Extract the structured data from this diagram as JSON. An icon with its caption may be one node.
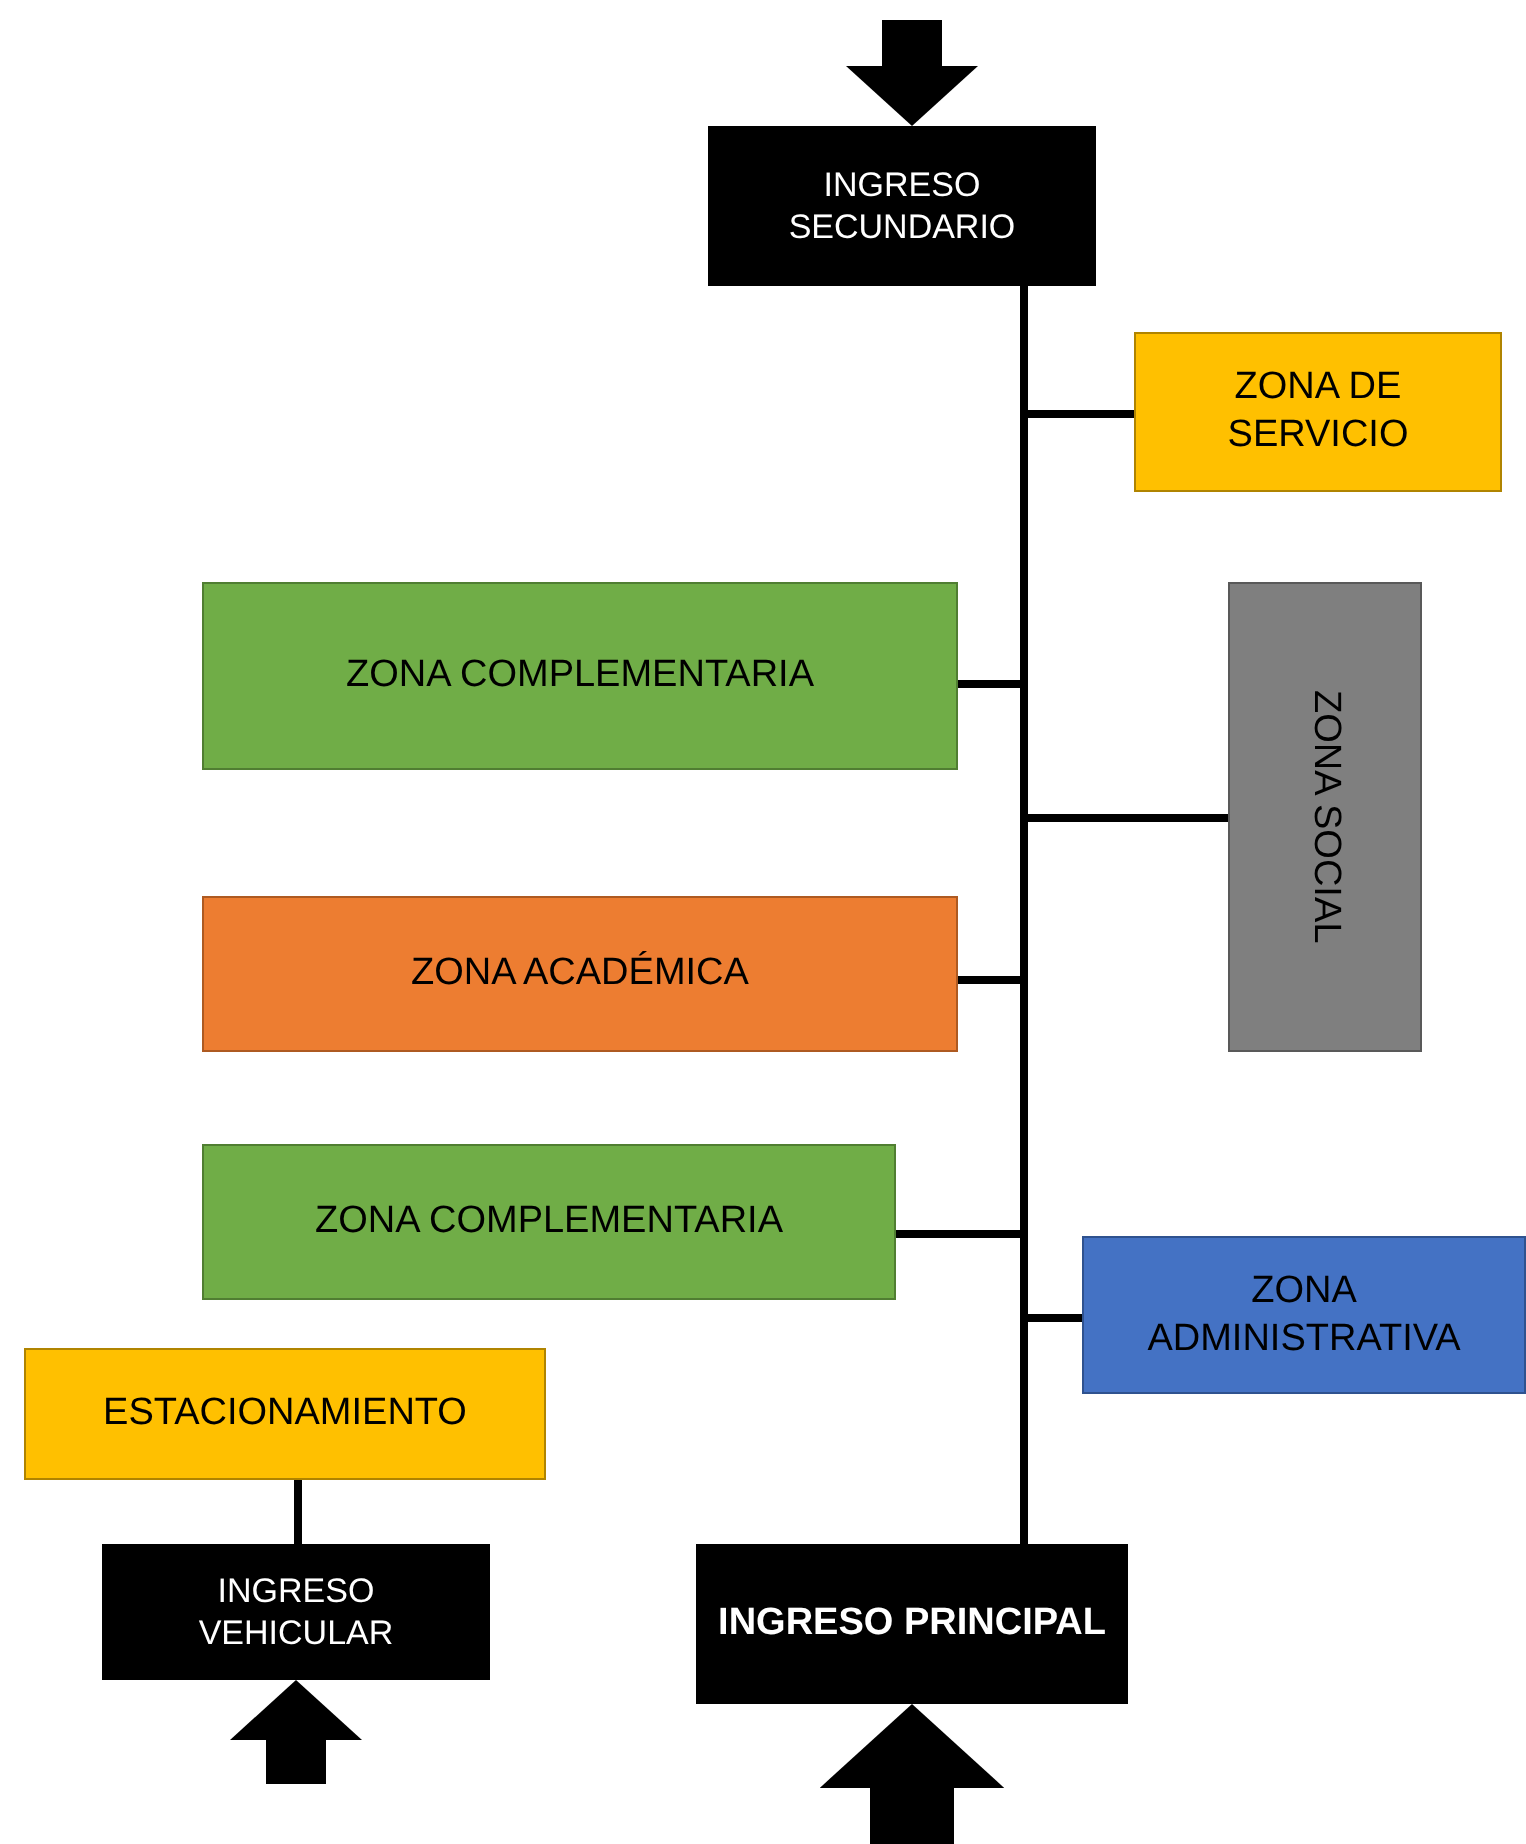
{
  "diagram": {
    "nodes": [
      {
        "text": [
          "INGRESO SECUNDARIO"
        ]
      },
      {
        "text": [
          "ZONA DE SERVICIO"
        ]
      },
      {
        "text": [
          "ZONA COMPLEMENTARIA"
        ]
      },
      {
        "text": [
          "ZONA SOCIAL"
        ]
      },
      {
        "text": [
          "ZONA ACADÉMICA"
        ]
      },
      {
        "text": [
          "ZONA COMPLEMENTARIA"
        ]
      },
      {
        "text": [
          "ZONA ADMINISTRATIVA"
        ]
      },
      {
        "text": [
          "ESTACIONAMIENTO"
        ]
      },
      {
        "text": [
          "INGRESO VEHICULAR"
        ]
      },
      {
        "text": [
          "INGRESO PRINCIPAL"
        ]
      }
    ],
    "edges": [
      {
        "from": null,
        "to": 0,
        "arrow": "to",
        "style": "thick"
      },
      {
        "from": 0,
        "to": 9,
        "arrow": "none"
      },
      {
        "from": 1,
        "to": 9,
        "arrow": "none"
      },
      {
        "from": 2,
        "to": 9,
        "arrow": "none"
      },
      {
        "from": 3,
        "to": 9,
        "arrow": "none"
      },
      {
        "from": 4,
        "to": 9,
        "arrow": "none"
      },
      {
        "from": 5,
        "to": 9,
        "arrow": "none"
      },
      {
        "from": 6,
        "to": 9,
        "arrow": "none"
      },
      {
        "from": 7,
        "to": 8,
        "arrow": "none"
      },
      {
        "from": null,
        "to": 8,
        "arrow": "to",
        "style": "thick"
      },
      {
        "from": null,
        "to": 9,
        "arrow": "to",
        "style": "thick"
      }
    ]
  }
}
